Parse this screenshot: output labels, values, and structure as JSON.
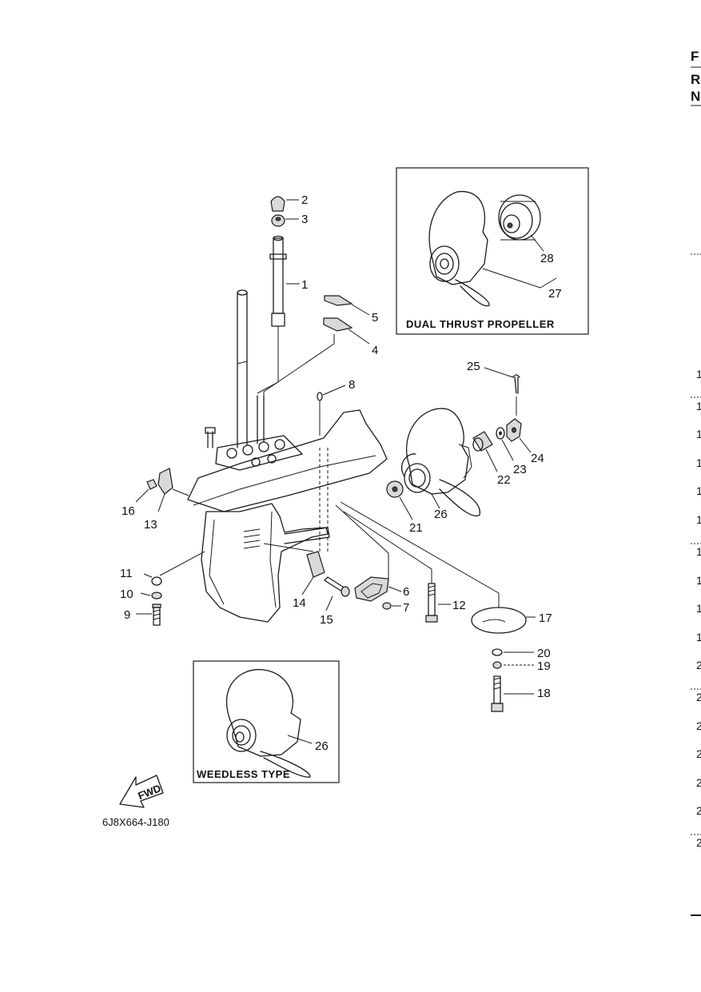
{
  "diagram": {
    "callouts": [
      "1",
      "2",
      "3",
      "4",
      "5",
      "6",
      "7",
      "8",
      "9",
      "10",
      "11",
      "12",
      "13",
      "14",
      "15",
      "16",
      "17",
      "18",
      "19",
      "20",
      "21",
      "22",
      "23",
      "24",
      "25",
      "26",
      "27",
      "28"
    ],
    "insets": {
      "dual_thrust_label": "DUAL THRUST PROPELLER",
      "weedless_label": "WEEDLESS TYPE",
      "dual_callouts": [
        "28",
        "27"
      ],
      "weedless_callout": "26"
    },
    "fwd_label": "FWD",
    "drawing_code": "6J8X664-J180"
  },
  "right_edge": {
    "header": [
      "F",
      "R",
      "N"
    ],
    "row_marks": [
      "1",
      "1",
      "1",
      "1",
      "1",
      "1",
      "1",
      "1",
      "1",
      "1",
      "2",
      "2",
      "2",
      "2",
      "2",
      "2",
      "2"
    ]
  }
}
